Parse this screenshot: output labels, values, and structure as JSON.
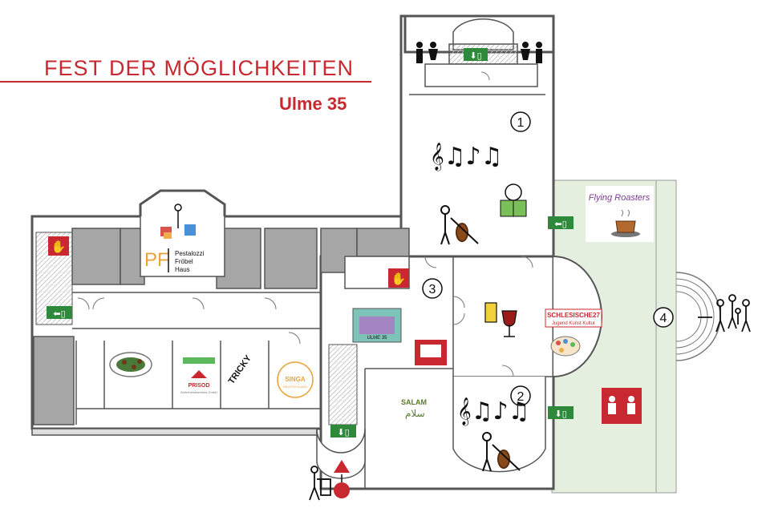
{
  "title": "FEST DER MÖGLICHKEITEN",
  "subtitle": "Ulme 35",
  "colors": {
    "accent": "#c8282f",
    "garden": "#e5efe0",
    "exit": "#2e8a3a",
    "wall": "#555555",
    "grayroom": "#a6a6a6"
  },
  "rooms": {
    "r1": "1",
    "r2": "2",
    "r3": "3",
    "r4": "4"
  },
  "labels": {
    "pestalozzi_1": "Pestalozzi",
    "pestalozzi_2": "Fröbel",
    "pestalozzi_3": "Haus",
    "flying": "Flying Roasters",
    "schlesische_1": "SCHLESISCHE27",
    "schlesische_2": "Jugend Kunst Kultur",
    "singa_1": "SINGA",
    "singa_2": "DEUTSCHLAND",
    "salam_1": "SALAM",
    "salam_2": "سلام",
    "prisod": "PRISOD",
    "prisod_sub": "Wohnheimbetriebs GmbH",
    "ulme": "ULME 35",
    "tricky": "TRICKY"
  },
  "icons": [
    "emergency-exit-icon",
    "stop-hand-icon",
    "music-notes-icon",
    "violin-player-icon",
    "reading-person-icon",
    "coffee-cup-icon",
    "drinks-icon",
    "food-plate-icon",
    "toilet-icon",
    "seating-icon",
    "entrance-marker-icon",
    "wheelchair-person-icon",
    "group-icon",
    "toys-icon",
    "paint-palette-icon",
    "tv-icon"
  ]
}
